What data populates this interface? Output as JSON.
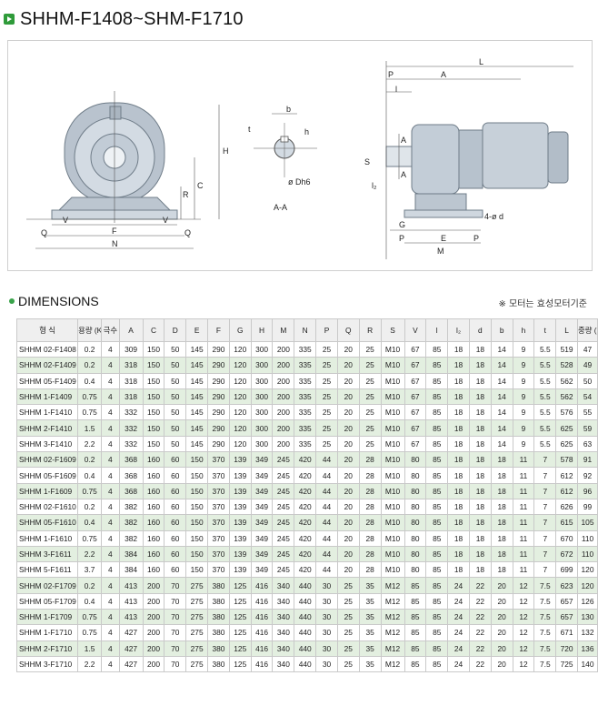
{
  "title": "SHHM-F1408~SHM-F1710",
  "diagram": {
    "front_labels": [
      "H",
      "C",
      "R",
      "V",
      "V",
      "F",
      "Q",
      "Q",
      "N"
    ],
    "section": {
      "labels": [
        "b",
        "t",
        "h",
        "ø Dh6",
        "A-A"
      ]
    },
    "side_labels": [
      "L",
      "A",
      "P",
      "l",
      "S",
      "A",
      "A",
      "l₂",
      "G",
      "P",
      "E",
      "P",
      "4-ø d",
      "M"
    ]
  },
  "dimensions": {
    "title": "DIMENSIONS",
    "note": "※ 모터는 효성모터기준",
    "headers": [
      "형 식",
      "용량 (KW)",
      "극수",
      "A",
      "C",
      "D",
      "E",
      "F",
      "G",
      "H",
      "M",
      "N",
      "P",
      "Q",
      "R",
      "S",
      "V",
      "l",
      "l₂",
      "d",
      "b",
      "h",
      "t",
      "L",
      "중량 (KG)"
    ],
    "rows": [
      [
        "SHHM 02-F1408",
        "0.2",
        "4",
        "309",
        "150",
        "50",
        "145",
        "290",
        "120",
        "300",
        "200",
        "335",
        "25",
        "20",
        "25",
        "M10",
        "67",
        "85",
        "18",
        "18",
        "14",
        "9",
        "5.5",
        "519",
        "47"
      ],
      [
        "SHHM 02-F1409",
        "0.2",
        "4",
        "318",
        "150",
        "50",
        "145",
        "290",
        "120",
        "300",
        "200",
        "335",
        "25",
        "20",
        "25",
        "M10",
        "67",
        "85",
        "18",
        "18",
        "14",
        "9",
        "5.5",
        "528",
        "49"
      ],
      [
        "SHHM 05-F1409",
        "0.4",
        "4",
        "318",
        "150",
        "50",
        "145",
        "290",
        "120",
        "300",
        "200",
        "335",
        "25",
        "20",
        "25",
        "M10",
        "67",
        "85",
        "18",
        "18",
        "14",
        "9",
        "5.5",
        "562",
        "50"
      ],
      [
        "SHHM 1-F1409",
        "0.75",
        "4",
        "318",
        "150",
        "50",
        "145",
        "290",
        "120",
        "300",
        "200",
        "335",
        "25",
        "20",
        "25",
        "M10",
        "67",
        "85",
        "18",
        "18",
        "14",
        "9",
        "5.5",
        "562",
        "54"
      ],
      [
        "SHHM 1-F1410",
        "0.75",
        "4",
        "332",
        "150",
        "50",
        "145",
        "290",
        "120",
        "300",
        "200",
        "335",
        "25",
        "20",
        "25",
        "M10",
        "67",
        "85",
        "18",
        "18",
        "14",
        "9",
        "5.5",
        "576",
        "55"
      ],
      [
        "SHHM 2-F1410",
        "1.5",
        "4",
        "332",
        "150",
        "50",
        "145",
        "290",
        "120",
        "300",
        "200",
        "335",
        "25",
        "20",
        "25",
        "M10",
        "67",
        "85",
        "18",
        "18",
        "14",
        "9",
        "5.5",
        "625",
        "59"
      ],
      [
        "SHHM 3-F1410",
        "2.2",
        "4",
        "332",
        "150",
        "50",
        "145",
        "290",
        "120",
        "300",
        "200",
        "335",
        "25",
        "20",
        "25",
        "M10",
        "67",
        "85",
        "18",
        "18",
        "14",
        "9",
        "5.5",
        "625",
        "63"
      ],
      [
        "SHHM 02-F1609",
        "0.2",
        "4",
        "368",
        "160",
        "60",
        "150",
        "370",
        "139",
        "349",
        "245",
        "420",
        "44",
        "20",
        "28",
        "M10",
        "80",
        "85",
        "18",
        "18",
        "18",
        "11",
        "7",
        "578",
        "91"
      ],
      [
        "SHHM 05-F1609",
        "0.4",
        "4",
        "368",
        "160",
        "60",
        "150",
        "370",
        "139",
        "349",
        "245",
        "420",
        "44",
        "20",
        "28",
        "M10",
        "80",
        "85",
        "18",
        "18",
        "18",
        "11",
        "7",
        "612",
        "92"
      ],
      [
        "SHHM 1-F1609",
        "0.75",
        "4",
        "368",
        "160",
        "60",
        "150",
        "370",
        "139",
        "349",
        "245",
        "420",
        "44",
        "20",
        "28",
        "M10",
        "80",
        "85",
        "18",
        "18",
        "18",
        "11",
        "7",
        "612",
        "96"
      ],
      [
        "SHHM 02-F1610",
        "0.2",
        "4",
        "382",
        "160",
        "60",
        "150",
        "370",
        "139",
        "349",
        "245",
        "420",
        "44",
        "20",
        "28",
        "M10",
        "80",
        "85",
        "18",
        "18",
        "18",
        "11",
        "7",
        "626",
        "99"
      ],
      [
        "SHHM 05-F1610",
        "0.4",
        "4",
        "382",
        "160",
        "60",
        "150",
        "370",
        "139",
        "349",
        "245",
        "420",
        "44",
        "20",
        "28",
        "M10",
        "80",
        "85",
        "18",
        "18",
        "18",
        "11",
        "7",
        "615",
        "105"
      ],
      [
        "SHHM 1-F1610",
        "0.75",
        "4",
        "382",
        "160",
        "60",
        "150",
        "370",
        "139",
        "349",
        "245",
        "420",
        "44",
        "20",
        "28",
        "M10",
        "80",
        "85",
        "18",
        "18",
        "18",
        "11",
        "7",
        "670",
        "110"
      ],
      [
        "SHHM 3-F1611",
        "2.2",
        "4",
        "384",
        "160",
        "60",
        "150",
        "370",
        "139",
        "349",
        "245",
        "420",
        "44",
        "20",
        "28",
        "M10",
        "80",
        "85",
        "18",
        "18",
        "18",
        "11",
        "7",
        "672",
        "110"
      ],
      [
        "SHHM 5-F1611",
        "3.7",
        "4",
        "384",
        "160",
        "60",
        "150",
        "370",
        "139",
        "349",
        "245",
        "420",
        "44",
        "20",
        "28",
        "M10",
        "80",
        "85",
        "18",
        "18",
        "18",
        "11",
        "7",
        "699",
        "120"
      ],
      [
        "SHHM 02-F1709",
        "0.2",
        "4",
        "413",
        "200",
        "70",
        "275",
        "380",
        "125",
        "416",
        "340",
        "440",
        "30",
        "25",
        "35",
        "M12",
        "85",
        "85",
        "24",
        "22",
        "20",
        "12",
        "7.5",
        "623",
        "120"
      ],
      [
        "SHHM 05-F1709",
        "0.4",
        "4",
        "413",
        "200",
        "70",
        "275",
        "380",
        "125",
        "416",
        "340",
        "440",
        "30",
        "25",
        "35",
        "M12",
        "85",
        "85",
        "24",
        "22",
        "20",
        "12",
        "7.5",
        "657",
        "126"
      ],
      [
        "SHHM 1-F1709",
        "0.75",
        "4",
        "413",
        "200",
        "70",
        "275",
        "380",
        "125",
        "416",
        "340",
        "440",
        "30",
        "25",
        "35",
        "M12",
        "85",
        "85",
        "24",
        "22",
        "20",
        "12",
        "7.5",
        "657",
        "130"
      ],
      [
        "SHHM 1-F1710",
        "0.75",
        "4",
        "427",
        "200",
        "70",
        "275",
        "380",
        "125",
        "416",
        "340",
        "440",
        "30",
        "25",
        "35",
        "M12",
        "85",
        "85",
        "24",
        "22",
        "20",
        "12",
        "7.5",
        "671",
        "132"
      ],
      [
        "SHHM 2-F1710",
        "1.5",
        "4",
        "427",
        "200",
        "70",
        "275",
        "380",
        "125",
        "416",
        "340",
        "440",
        "30",
        "25",
        "35",
        "M12",
        "85",
        "85",
        "24",
        "22",
        "20",
        "12",
        "7.5",
        "720",
        "136"
      ],
      [
        "SHHM 3-F1710",
        "2.2",
        "4",
        "427",
        "200",
        "70",
        "275",
        "380",
        "125",
        "416",
        "340",
        "440",
        "30",
        "25",
        "35",
        "M12",
        "85",
        "85",
        "24",
        "22",
        "20",
        "12",
        "7.5",
        "725",
        "140"
      ]
    ],
    "shaded_rows": [
      1,
      3,
      5,
      7,
      9,
      11,
      13,
      15,
      17,
      19
    ]
  },
  "colors": {
    "accent": "#2f9b3a",
    "row_shade": "#e3efe0",
    "header_bg": "#efefef"
  }
}
